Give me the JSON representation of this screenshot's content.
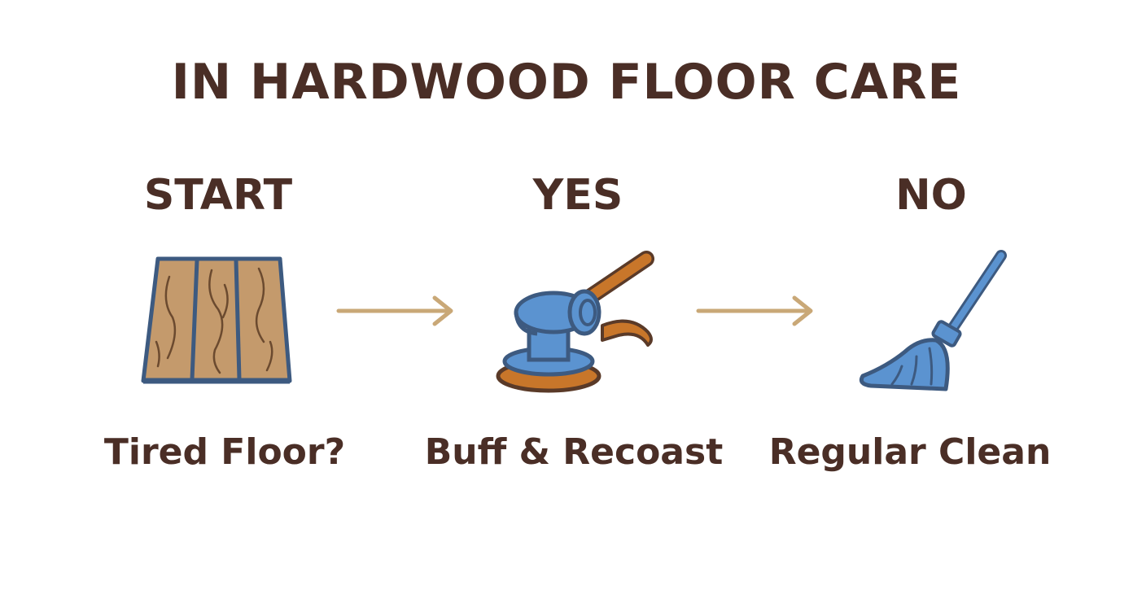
{
  "title": "IN HARDWOOD FLOOR CARE",
  "steps": [
    {
      "heading": "START",
      "caption": "Tired Floor?",
      "icon": "wood-floor-icon"
    },
    {
      "heading": "YES",
      "caption": "Buff & Recoast",
      "icon": "floor-buffer-icon"
    },
    {
      "heading": "NO",
      "caption": "Regular Clean",
      "icon": "mop-icon"
    }
  ],
  "colors": {
    "text": "#4a2e26",
    "wood": "#c49a6c",
    "outline": "#3d5a80",
    "blue": "#5b93d0",
    "orange": "#c8762a",
    "arrow": "#c9a877"
  }
}
